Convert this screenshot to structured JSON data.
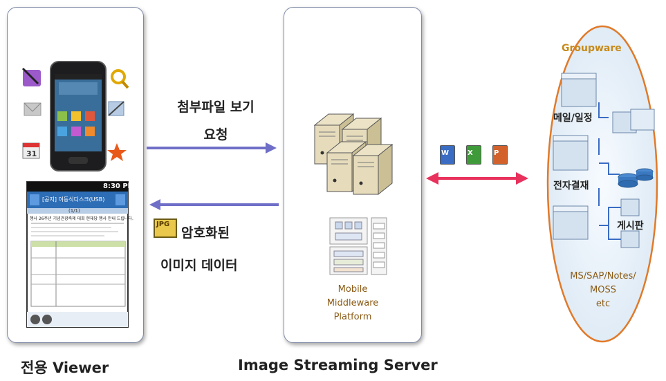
{
  "viewer": {
    "caption": "전용 Viewer"
  },
  "server": {
    "caption": "Image Streaming Server",
    "middleware_lines": [
      "Mobile",
      "Middleware",
      "Platform"
    ]
  },
  "arrows": {
    "request_line1": "첨부파일 보기",
    "request_line2": "요청",
    "response_line1": "암호화된",
    "response_line2": "이미지 데이터",
    "jpg_icon_text": "JPG"
  },
  "phone_screen": {
    "status_time": "8:30 PM",
    "nav_title": "[공지] 이동식디스크(USB)",
    "page_indicator": "(1/1)",
    "first_line": "행사 26주년 기념관광축제 대회 현재당 행사 안내 드립니다."
  },
  "groupware": {
    "title": "Groupware",
    "items": [
      "메일/일정",
      "전자결재",
      "게시판"
    ],
    "footer_lines": [
      "MS/SAP/Notes/",
      "MOSS",
      "etc"
    ]
  },
  "file_icons": [
    "word-icon",
    "excel-icon",
    "powerpoint-icon"
  ],
  "colors": {
    "request_arrow": "#6f6fc8",
    "response_arrow": "#6f6fc8",
    "sync_arrow": "#e8315c",
    "groupware_title": "#c78a1a",
    "middleware_text": "#8a5a14",
    "groupware_border": "#e07a2a"
  }
}
